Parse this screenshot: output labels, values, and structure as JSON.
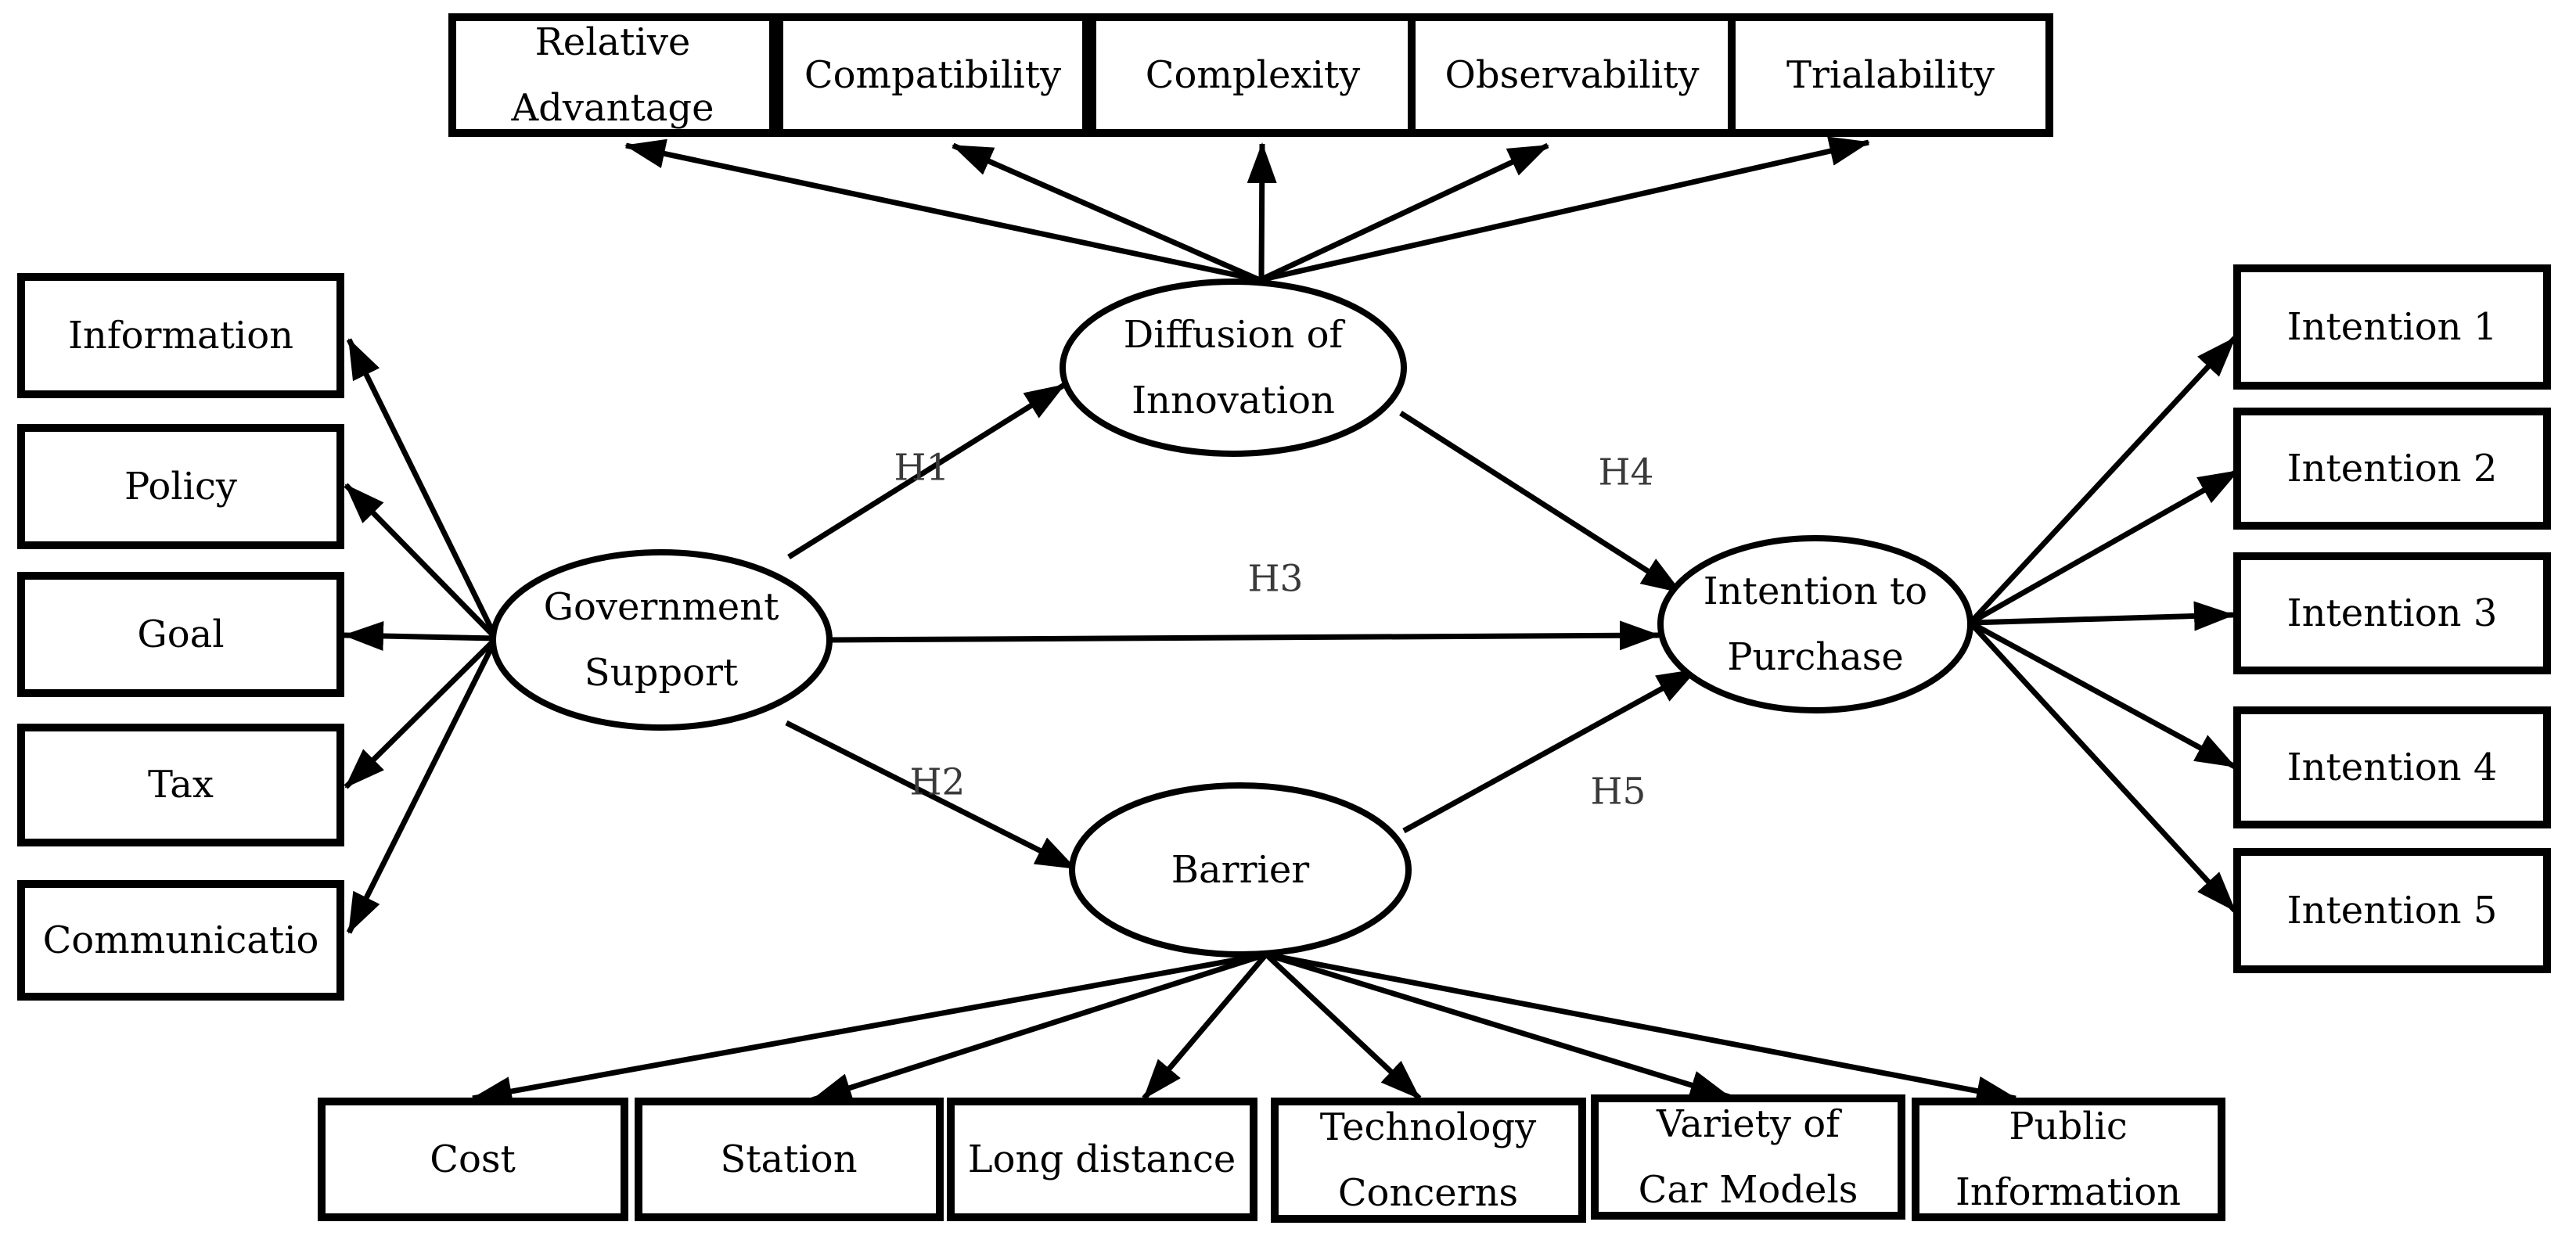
{
  "diagram": {
    "latent": {
      "government_support": "Government\nSupport",
      "diffusion_of_innovation": "Diffusion of\nInnovation",
      "barrier": "Barrier",
      "intention_to_purchase": "Intention to\nPurchase"
    },
    "diffusion_indicators": {
      "relative_advantage": "Relative\nAdvantage",
      "compatibility": "Compatibility",
      "complexity": "Complexity",
      "observability": "Observability",
      "trialability": "Trialability"
    },
    "government_indicators": {
      "information": "Information",
      "policy": "Policy",
      "goal": "Goal",
      "tax": "Tax",
      "communication": "Communicatio"
    },
    "intention_indicators": {
      "intention_1": "Intention 1",
      "intention_2": "Intention 2",
      "intention_3": "Intention 3",
      "intention_4": "Intention 4",
      "intention_5": "Intention 5"
    },
    "barrier_indicators": {
      "cost": "Cost",
      "station": "Station",
      "long_distance": "Long distance",
      "technology_concerns": "Technology\nConcerns",
      "variety_of_car_models": "Variety of\nCar Models",
      "public_information": "Public\nInformation"
    },
    "hypotheses": {
      "h1": "H1",
      "h2": "H2",
      "h3": "H3",
      "h4": "H4",
      "h5": "H5"
    },
    "colors": {
      "stroke": "#000000",
      "node_fill": "#ffffff",
      "hypothesis_label": "#3a3a3a",
      "background": "#ffffff"
    }
  }
}
